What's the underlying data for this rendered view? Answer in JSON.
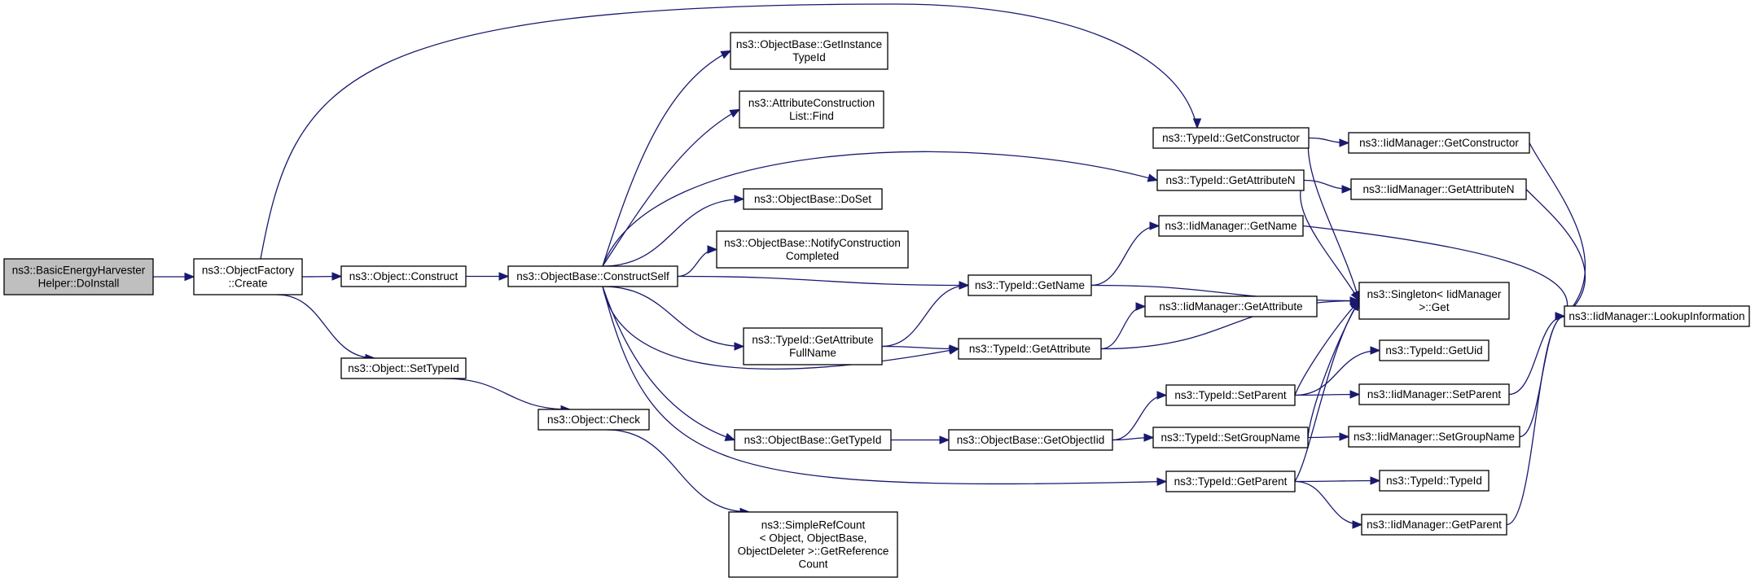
{
  "graph": {
    "nodes": [
      {
        "id": "root",
        "lines": [
          "ns3::BasicEnergyHarvester",
          "Helper::DoInstall"
        ],
        "root": true
      },
      {
        "id": "of_create",
        "lines": [
          "ns3::ObjectFactory",
          "::Create"
        ]
      },
      {
        "id": "obj_construct",
        "lines": [
          "ns3::Object::Construct"
        ]
      },
      {
        "id": "obj_settypeid",
        "lines": [
          "ns3::Object::SetTypeId"
        ]
      },
      {
        "id": "ob_constructself",
        "lines": [
          "ns3::ObjectBase::ConstructSelf"
        ]
      },
      {
        "id": "obj_check",
        "lines": [
          "ns3::Object::Check"
        ]
      },
      {
        "id": "ob_getinstancetypeid",
        "lines": [
          "ns3::ObjectBase::GetInstance",
          "TypeId"
        ]
      },
      {
        "id": "acl_find",
        "lines": [
          "ns3::AttributeConstruction",
          "List::Find"
        ]
      },
      {
        "id": "ob_doset",
        "lines": [
          "ns3::ObjectBase::DoSet"
        ]
      },
      {
        "id": "ob_notify",
        "lines": [
          "ns3::ObjectBase::NotifyConstruction",
          "Completed"
        ]
      },
      {
        "id": "tid_getattrfullname",
        "lines": [
          "ns3::TypeId::GetAttribute",
          "FullName"
        ]
      },
      {
        "id": "ob_gettypeid",
        "lines": [
          "ns3::ObjectBase::GetTypeId"
        ]
      },
      {
        "id": "src_getref",
        "lines": [
          "ns3::SimpleRefCount",
          "< Object, ObjectBase,",
          " ObjectDeleter >::GetReference",
          "Count"
        ]
      },
      {
        "id": "tid_getname",
        "lines": [
          "ns3::TypeId::GetName"
        ]
      },
      {
        "id": "tid_getattribute",
        "lines": [
          "ns3::TypeId::GetAttribute"
        ]
      },
      {
        "id": "ob_getobjectiid",
        "lines": [
          "ns3::ObjectBase::GetObjectIid"
        ]
      },
      {
        "id": "tid_getconstructor",
        "lines": [
          "ns3::TypeId::GetConstructor"
        ]
      },
      {
        "id": "tid_getattributen",
        "lines": [
          "ns3::TypeId::GetAttributeN"
        ]
      },
      {
        "id": "im_getname",
        "lines": [
          "ns3::IidManager::GetName"
        ]
      },
      {
        "id": "im_getattribute",
        "lines": [
          "ns3::IidManager::GetAttribute"
        ]
      },
      {
        "id": "tid_setparent",
        "lines": [
          "ns3::TypeId::SetParent"
        ]
      },
      {
        "id": "tid_setgroupname",
        "lines": [
          "ns3::TypeId::SetGroupName"
        ]
      },
      {
        "id": "tid_getparent",
        "lines": [
          "ns3::TypeId::GetParent"
        ]
      },
      {
        "id": "im_getconstructor",
        "lines": [
          "ns3::IidManager::GetConstructor"
        ]
      },
      {
        "id": "im_getattributen",
        "lines": [
          "ns3::IidManager::GetAttributeN"
        ]
      },
      {
        "id": "singleton_get",
        "lines": [
          "ns3::Singleton< IidManager",
          " >::Get"
        ]
      },
      {
        "id": "tid_getuid",
        "lines": [
          "ns3::TypeId::GetUid"
        ]
      },
      {
        "id": "im_setparent",
        "lines": [
          "ns3::IidManager::SetParent"
        ]
      },
      {
        "id": "im_setgroupname",
        "lines": [
          "ns3::IidManager::SetGroupName"
        ]
      },
      {
        "id": "tid_typeid",
        "lines": [
          "ns3::TypeId::TypeId"
        ]
      },
      {
        "id": "im_getparent",
        "lines": [
          "ns3::IidManager::GetParent"
        ]
      },
      {
        "id": "im_lookup",
        "lines": [
          "ns3::IidManager::LookupInformation"
        ]
      }
    ],
    "edges": [
      [
        "root",
        "of_create"
      ],
      [
        "of_create",
        "obj_construct"
      ],
      [
        "of_create",
        "obj_settypeid"
      ],
      [
        "of_create",
        "tid_getconstructor"
      ],
      [
        "obj_construct",
        "ob_constructself"
      ],
      [
        "obj_settypeid",
        "obj_check"
      ],
      [
        "obj_check",
        "src_getref"
      ],
      [
        "ob_constructself",
        "ob_getinstancetypeid"
      ],
      [
        "ob_constructself",
        "acl_find"
      ],
      [
        "ob_constructself",
        "tid_getattributen"
      ],
      [
        "ob_constructself",
        "ob_doset"
      ],
      [
        "ob_constructself",
        "ob_notify"
      ],
      [
        "ob_constructself",
        "tid_getname"
      ],
      [
        "ob_constructself",
        "tid_getattrfullname"
      ],
      [
        "ob_constructself",
        "tid_getattribute"
      ],
      [
        "ob_constructself",
        "ob_gettypeid"
      ],
      [
        "ob_constructself",
        "tid_getparent"
      ],
      [
        "tid_getattrfullname",
        "tid_getname"
      ],
      [
        "tid_getattrfullname",
        "tid_getattribute"
      ],
      [
        "ob_gettypeid",
        "ob_getobjectiid"
      ],
      [
        "ob_getobjectiid",
        "tid_setparent"
      ],
      [
        "ob_getobjectiid",
        "tid_setgroupname"
      ],
      [
        "tid_getname",
        "im_getname"
      ],
      [
        "tid_getname",
        "singleton_get"
      ],
      [
        "tid_getattribute",
        "im_getattribute"
      ],
      [
        "tid_getattribute",
        "singleton_get"
      ],
      [
        "tid_getconstructor",
        "im_getconstructor"
      ],
      [
        "tid_getconstructor",
        "singleton_get"
      ],
      [
        "tid_getattributen",
        "im_getattributen"
      ],
      [
        "tid_getattributen",
        "singleton_get"
      ],
      [
        "tid_setparent",
        "tid_getuid"
      ],
      [
        "tid_setparent",
        "im_setparent"
      ],
      [
        "tid_setparent",
        "singleton_get"
      ],
      [
        "tid_setgroupname",
        "im_setgroupname"
      ],
      [
        "tid_setgroupname",
        "singleton_get"
      ],
      [
        "tid_getparent",
        "tid_typeid"
      ],
      [
        "tid_getparent",
        "im_getparent"
      ],
      [
        "tid_getparent",
        "singleton_get"
      ],
      [
        "im_getname",
        "im_lookup"
      ],
      [
        "im_getconstructor",
        "im_lookup"
      ],
      [
        "im_getattributen",
        "im_lookup"
      ],
      [
        "im_setparent",
        "im_lookup"
      ],
      [
        "im_setgroupname",
        "im_lookup"
      ],
      [
        "im_getparent",
        "im_lookup"
      ]
    ]
  },
  "colors": {
    "edge": "#191970",
    "node_border": "#000000",
    "root_fill": "#bfbfbf",
    "node_fill": "#ffffff"
  }
}
